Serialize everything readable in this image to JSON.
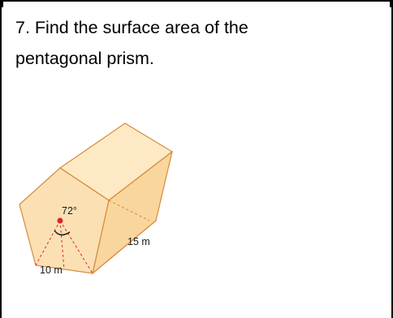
{
  "question": {
    "line1": "7.  Find the surface area of the",
    "line2": "pentagonal prism."
  },
  "figure": {
    "angle_label": "72°",
    "height_label": "15 m",
    "side_label": "10 m",
    "colors": {
      "face_light": "#fdebc8",
      "face_mid": "#f9dca6",
      "face_dark": "#f2c27c",
      "edge": "#d68a3c",
      "center_dot": "#d9262a"
    }
  }
}
